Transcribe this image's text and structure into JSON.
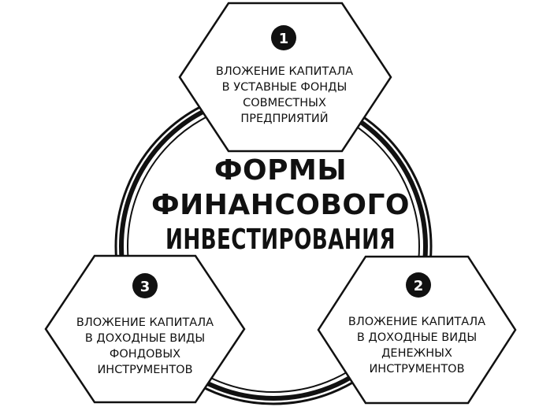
{
  "center": {
    "lines": [
      "ФОРМЫ",
      "ФИНАНСОВОГО",
      "ИНВЕСТИРОВАНИЯ"
    ]
  },
  "forms": [
    {
      "number": "1",
      "lines": [
        "ВЛОЖЕНИЕ КАПИТАЛА",
        "В УСТАВНЫЕ ФОНДЫ",
        "СОВМЕСТНЫХ",
        "ПРЕДПРИЯТИЙ"
      ]
    },
    {
      "number": "2",
      "lines": [
        "ВЛОЖЕНИЕ КАПИТАЛА",
        "В ДОХОДНЫЕ ВИДЫ",
        "ДЕНЕЖНЫХ",
        "ИНСТРУМЕНТОВ"
      ]
    },
    {
      "number": "3",
      "lines": [
        "ВЛОЖЕНИЕ КАПИТАЛА",
        "В ДОХОДНЫЕ ВИДЫ",
        "ФОНДОВЫХ",
        "ИНСТРУМЕНТОВ"
      ]
    }
  ],
  "colors": {
    "ink": "#111111",
    "background": "#ffffff"
  }
}
